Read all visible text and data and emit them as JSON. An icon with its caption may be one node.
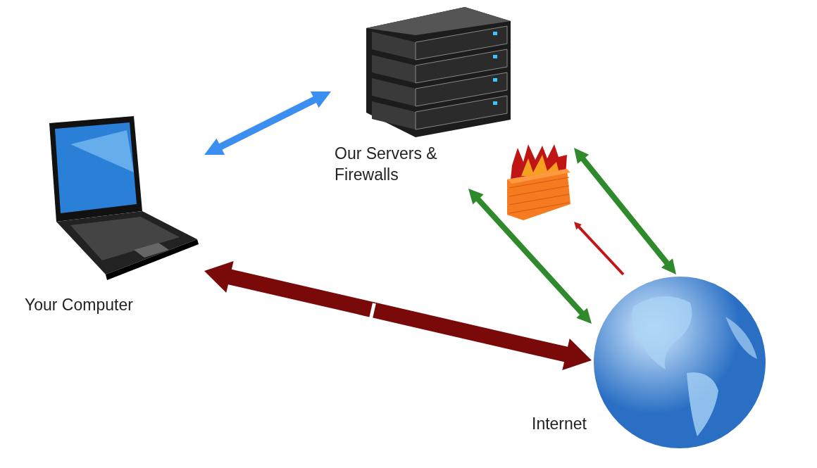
{
  "diagram": {
    "nodes": [
      {
        "text": [
          "Your Computer"
        ]
      },
      {
        "text": [
          "Our Servers & Firewalls"
        ]
      },
      {
        "text": [],
        "shape": "picture"
      },
      {
        "text": [],
        "shape": "picture",
        "beside": [
          "Internet"
        ]
      }
    ],
    "edges": [
      {
        "from": 0,
        "to": 1,
        "arrow": "both",
        "color": "#3b8ff0"
      },
      {
        "from": 0,
        "to": 3,
        "arrow": "both",
        "style": "thick",
        "color": "#7a0a0a"
      },
      {
        "from": 1,
        "to": 3,
        "arrow": "both",
        "color": "#2e8a2a"
      },
      {
        "from": 2,
        "to": 3,
        "arrow": "both",
        "color": "#2e8a2a"
      },
      {
        "from": 3,
        "to": 2,
        "arrow": "to",
        "color": "#c01818"
      }
    ]
  }
}
